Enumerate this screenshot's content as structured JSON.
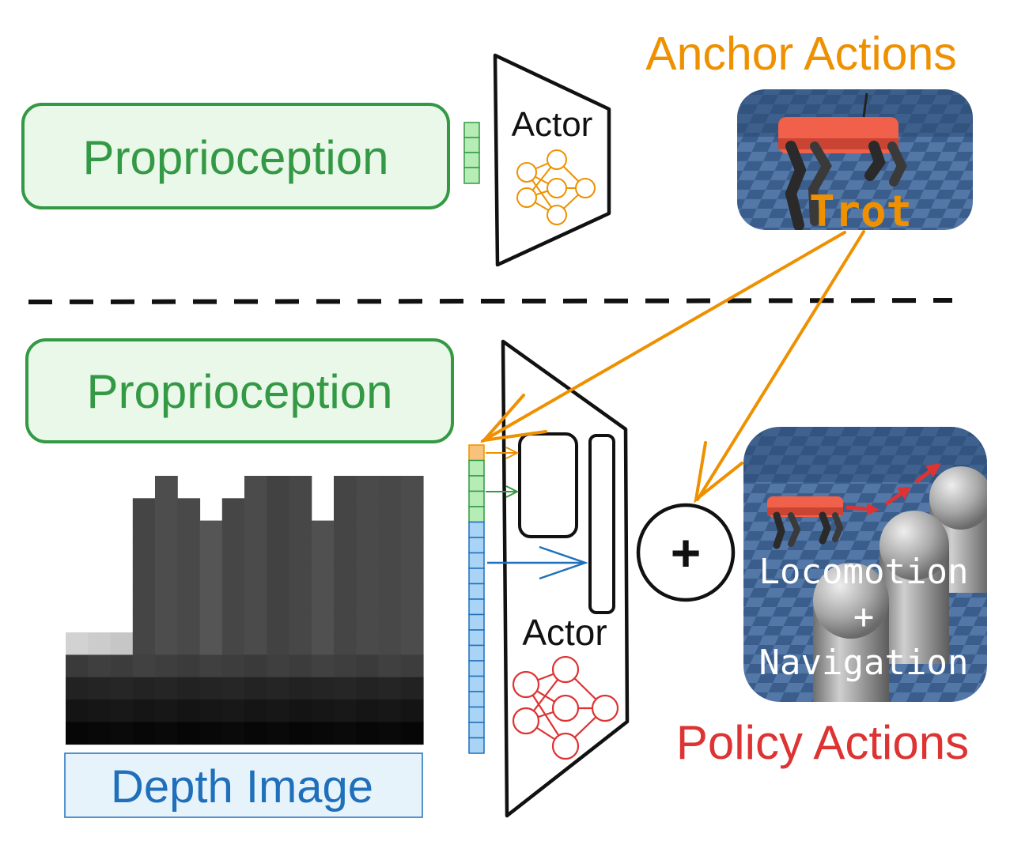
{
  "top_section": {
    "proprioception_label": "Proprioception",
    "actor_label": "Actor"
  },
  "bottom_section": {
    "proprioception_label": "Proprioception",
    "depth_image_label": "Depth Image",
    "actor_label": "Actor",
    "plus_symbol": "+"
  },
  "anchor": {
    "title": "Anchor Actions",
    "image_caption": "Trot",
    "title_color": "#ee9000"
  },
  "policy": {
    "title": "Policy Actions",
    "caption_line1": "Locomotion",
    "caption_line2": "+",
    "caption_line3": "Navigation",
    "title_color": "#dd3333"
  },
  "colors": {
    "proprio_green": "#339944",
    "proprio_fill": "#eaf8ea",
    "depth_blue": "#1f6fbb",
    "depth_fill": "#e6f3fb",
    "anchor_orange": "#ee9000",
    "policy_red": "#dd3333"
  }
}
